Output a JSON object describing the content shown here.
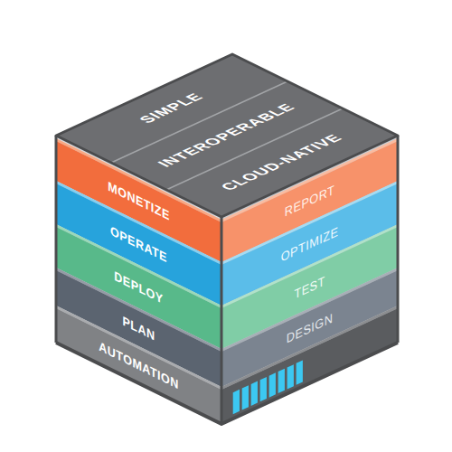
{
  "diagram": {
    "nodes": [
      {
        "text": [
          "SIMPLE"
        ]
      },
      {
        "text": [
          "INTEROPERABLE"
        ]
      },
      {
        "text": [
          "CLOUD-NATIVE"
        ]
      },
      {
        "text": [
          "MONETIZE",
          "REPORT"
        ]
      },
      {
        "text": [
          "OPERATE",
          "OPTIMIZE"
        ]
      },
      {
        "text": [
          "DEPLOY",
          "TEST"
        ]
      },
      {
        "text": [
          "PLAN",
          "DESIGN"
        ]
      },
      {
        "text": [
          "AUTOMATION"
        ]
      }
    ]
  }
}
